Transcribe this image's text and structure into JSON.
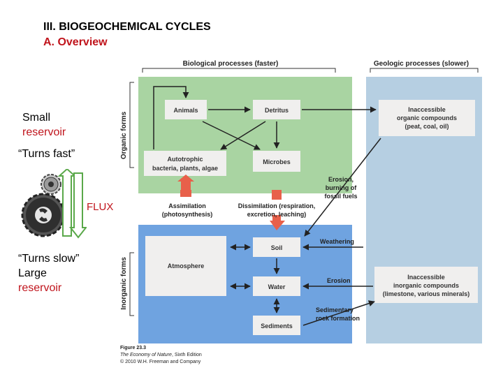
{
  "heading": {
    "line1": "III. BIOGEOCHEMICAL CYCLES",
    "line2": "A. Overview"
  },
  "left": {
    "small": "Small",
    "reservoir_top": "reservoir",
    "turns_fast": "“Turns fast”",
    "flux": "FLUX",
    "turns_slow": "“Turns slow”",
    "large": "Large",
    "reservoir_bottom": "reservoir"
  },
  "diagram": {
    "header_biological": "Biological processes (faster)",
    "header_geologic": "Geologic processes (slower)",
    "side_organic": "Organic forms",
    "side_inorganic": "Inorganic forms",
    "boxes": {
      "animals": "Animals",
      "detritus": "Detritus",
      "autotrophic_1": "Autotrophic",
      "autotrophic_2": "bacteria, plants, algae",
      "microbes": "Microbes",
      "inacc_org_1": "Inaccessible",
      "inacc_org_2": "organic compounds",
      "inacc_org_3": "(peat, coal, oil)",
      "atmosphere": "Atmosphere",
      "soil": "Soil",
      "water": "Water",
      "sediments": "Sediments",
      "inacc_inorg_1": "Inaccessible",
      "inacc_inorg_2": "inorganic compounds",
      "inacc_inorg_3": "(limestone, various minerals)"
    },
    "labels": {
      "assimilation_1": "Assimilation",
      "assimilation_2": "(photosynthesis)",
      "dissimilation_1": "Dissimilation (respiration,",
      "dissimilation_2": "excretion, leaching)",
      "erosion_burning_1": "Erosion,",
      "erosion_burning_2": "burning of",
      "erosion_burning_3": "fossil fuels",
      "weathering": "Weathering",
      "erosion": "Erosion",
      "sedimentary_1": "Sedimentary",
      "sedimentary_2": "rock formation"
    },
    "colors": {
      "organic_bg": "#a9d4a2",
      "inorganic_bg": "#6fa3e0",
      "geologic_bg": "#b6cfe2",
      "box_fill": "#f0efee",
      "flux_arrow": "#e8604a"
    }
  },
  "caption": {
    "figure": "Figure 23.3",
    "book": "The Economy of Nature",
    "edition": ", Sixth Edition",
    "copyright": "© 2010 W.H. Freeman and Company"
  }
}
